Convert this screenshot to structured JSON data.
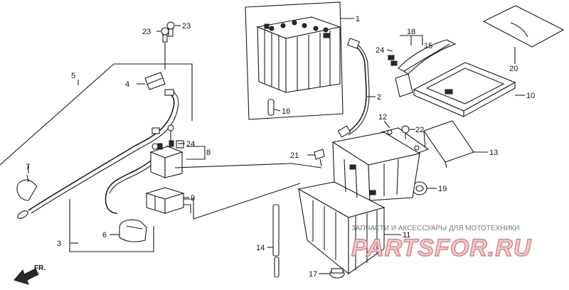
{
  "callouts": {
    "c1": "1",
    "c2": "2",
    "c3": "3",
    "c4": "4",
    "c5": "5",
    "c6": "6",
    "c7": "7",
    "c8": "8",
    "c9": "9",
    "c10": "10",
    "c11": "11",
    "c12": "12",
    "c13": "13",
    "c14": "14",
    "c15": "15",
    "c16": "16",
    "c17": "17",
    "c18": "18",
    "c19": "19",
    "c20": "20",
    "c21": "21",
    "c22": "22",
    "c23a": "23",
    "c23b": "23",
    "c24a": "24",
    "c24b": "24"
  },
  "direction_label": "FR.",
  "watermark": {
    "caption": "ЗАПЧАСТИ И АКСЕССУАРЫ ДЛЯ МОТОТЕХНИКИ",
    "logo": "PARTSFOR.RU"
  }
}
